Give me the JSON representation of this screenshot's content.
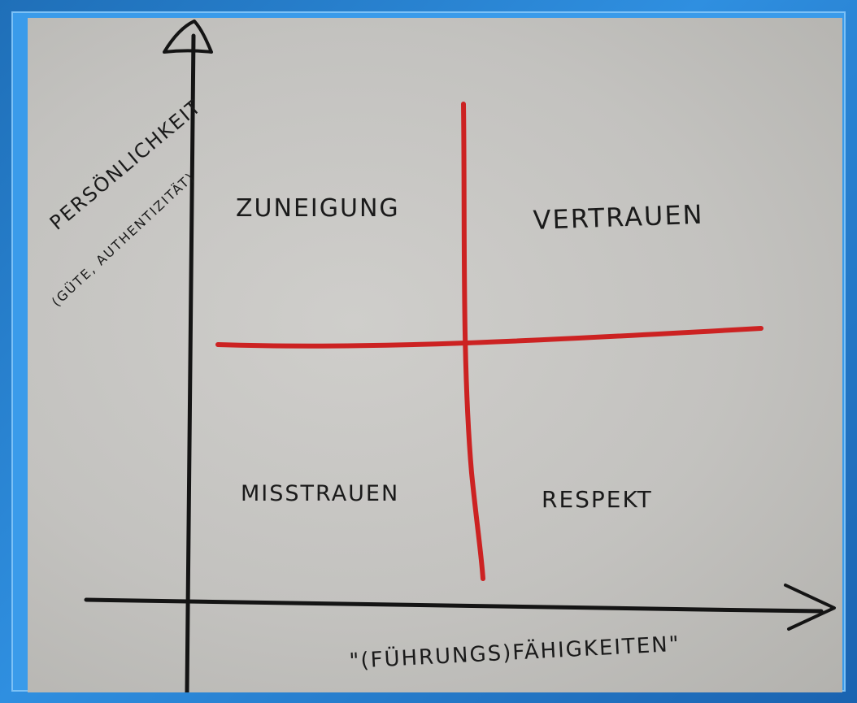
{
  "diagram": {
    "y_axis_label": "PERSÖNLICHKEIT",
    "y_axis_sublabel": "(GÜTE, AUTHENTIZITÄT)",
    "x_axis_label": "\"(FÜHRUNGS)FÄHIGKEITEN\"",
    "quadrants": {
      "top_left": "ZUNEIGUNG",
      "top_right": "VERTRAUEN",
      "bottom_left": "MISSTRAUEN",
      "bottom_right": "RESPEKT"
    },
    "colors": {
      "axis": "#141414",
      "divider": "#cc2222",
      "background": "#2f8fe0"
    }
  }
}
